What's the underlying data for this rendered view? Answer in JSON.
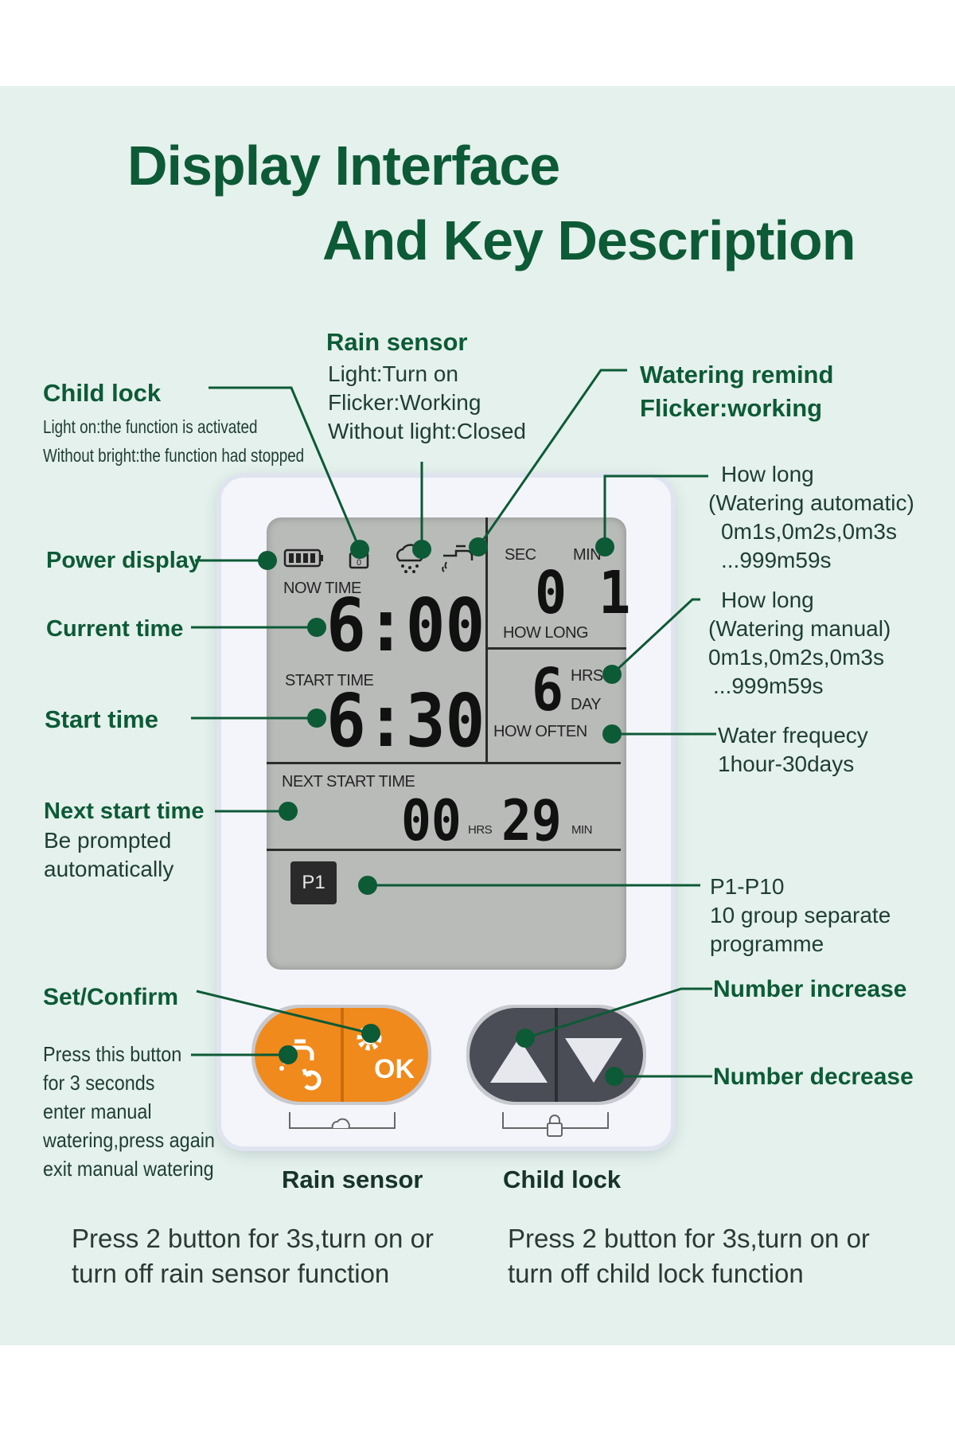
{
  "title": {
    "line1": "Display Interface",
    "line2": "And Key Description"
  },
  "callouts": {
    "rain_sensor": {
      "heading": "Rain sensor",
      "lines": [
        "Light:Turn on",
        "Flicker:Working",
        "Without light:Closed"
      ]
    },
    "child_lock": {
      "heading": "Child lock",
      "lines": [
        "Light on:the function is activated",
        "Without bright:the function had stopped"
      ]
    },
    "watering_remind": {
      "lines": [
        "Watering remind",
        "Flicker:working"
      ]
    },
    "power_display": "Power display",
    "current_time": "Current time",
    "start_time": "Start time",
    "next_start": {
      "heading": "Next start time",
      "lines": [
        "Be prompted",
        "automatically"
      ]
    },
    "how_long_auto": {
      "lines": [
        "How long",
        "(Watering automatic)",
        "0m1s,0m2s,0m3s",
        "...999m59s"
      ]
    },
    "how_long_manual": {
      "lines": [
        "How long",
        "(Watering manual)",
        "0m1s,0m2s,0m3s",
        "...999m59s"
      ]
    },
    "water_frequency": {
      "lines": [
        "Water frequecy",
        "1hour-30days"
      ]
    },
    "programs": {
      "lines": [
        "P1-P10",
        "10 group separate",
        "programme"
      ]
    },
    "set_confirm": {
      "heading": "Set/Confirm",
      "lines": [
        "Press this button",
        "for 3 seconds",
        "enter manual",
        "watering,press again",
        "exit manual watering"
      ]
    },
    "number_increase": "Number increase",
    "number_decrease": "Number decrease"
  },
  "lcd": {
    "now_time_label": "NOW TIME",
    "now_time": "6:00",
    "start_time_label": "START TIME",
    "start_time": "6:30",
    "sec_label": "SEC",
    "min_label": "MIN",
    "how_long_value": "0 1",
    "how_long_label": "HOW LONG",
    "hrs_label": "HRS",
    "day_label": "DAY",
    "frequency_value": "6",
    "how_often_label": "HOW OFTEN",
    "next_start_label": "NEXT START TIME",
    "next_hours": "00",
    "next_hrs_unit": "HRS",
    "next_minutes": "29",
    "next_min_unit": "MIN",
    "program": "P1"
  },
  "buttons": {
    "ok_label": "OK"
  },
  "bottom": {
    "rain_sensor_label": "Rain sensor",
    "child_lock_label": "Child lock",
    "rain_sensor_desc": [
      "Press 2 button for 3s,turn on or",
      "turn off rain sensor function"
    ],
    "child_lock_desc": [
      "Press 2 button for 3s,turn on or",
      "turn off child lock function"
    ]
  },
  "colors": {
    "background": "#e4f1ec",
    "accent_green": "#0d5a36",
    "lcd": "#b9bbb9",
    "orange_button": "#f08a1c",
    "dark_button": "#4a4d55"
  }
}
